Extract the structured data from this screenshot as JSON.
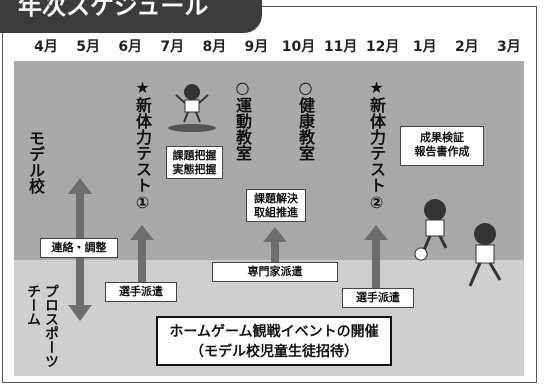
{
  "title": "年次スケジュール",
  "months": [
    "4月",
    "5月",
    "6月",
    "7月",
    "8月",
    "9月",
    "10月",
    "11月",
    "12月",
    "1月",
    "2月",
    "3月"
  ],
  "rows": {
    "top": "モデル校",
    "bottom": "プロスポーツチーム"
  },
  "events": {
    "test1": "★新体力テスト①",
    "undokai": "○運動教室",
    "kenko": "○健康教室",
    "test2": "★新体力テスト②"
  },
  "boxes": {
    "kadai_haaku": "課題把握\n実態把握",
    "kadai_kaiketsu": "課題解決\n取組推進",
    "seika": "成果検証\n報告書作成",
    "renraku": "連絡・調整",
    "senshu1": "選手派遣",
    "senmonka": "専門家派遣",
    "senshu2": "選手派遣"
  },
  "event_box": {
    "line1": "ホームゲーム観戦イベントの開催",
    "line2": "（モデル校児童生徒招待）"
  },
  "colors": {
    "top_band": "#a9a9a9",
    "bottom_band": "#cfcfcf",
    "arrow": "#6e6e6e",
    "title_bg": "#3c3c3c"
  }
}
